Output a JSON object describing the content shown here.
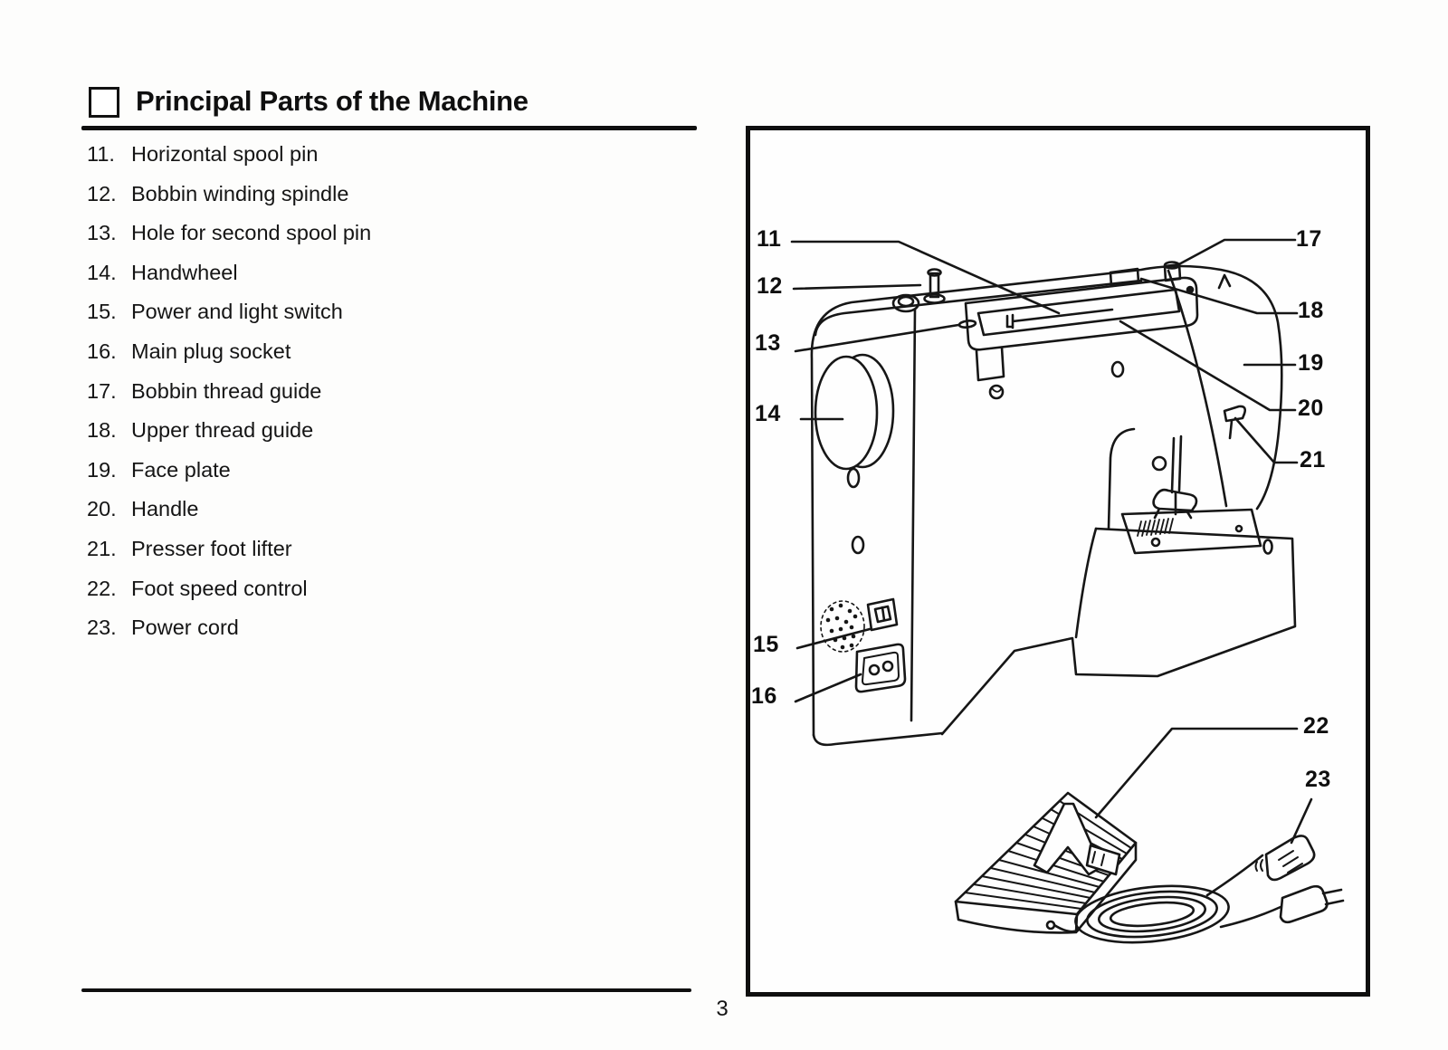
{
  "header": {
    "title": "Principal Parts of the Machine"
  },
  "parts_list": {
    "items": [
      {
        "num": "11.",
        "text": "Horizontal spool pin"
      },
      {
        "num": "12.",
        "text": "Bobbin winding spindle"
      },
      {
        "num": "13.",
        "text": "Hole for second spool pin"
      },
      {
        "num": "14.",
        "text": "Handwheel"
      },
      {
        "num": "15.",
        "text": "Power and light switch"
      },
      {
        "num": "16.",
        "text": "Main plug socket"
      },
      {
        "num": "17.",
        "text": "Bobbin thread guide"
      },
      {
        "num": "18.",
        "text": "Upper thread guide"
      },
      {
        "num": "19.",
        "text": "Face plate"
      },
      {
        "num": "20.",
        "text": "Handle"
      },
      {
        "num": "21.",
        "text": "Presser foot lifter"
      },
      {
        "num": "22.",
        "text": "Foot speed control"
      },
      {
        "num": "23.",
        "text": "Power cord"
      }
    ]
  },
  "diagram": {
    "callouts": [
      {
        "label": "11"
      },
      {
        "label": "12"
      },
      {
        "label": "13"
      },
      {
        "label": "14"
      },
      {
        "label": "15"
      },
      {
        "label": "16"
      },
      {
        "label": "17"
      },
      {
        "label": "18"
      },
      {
        "label": "19"
      },
      {
        "label": "20"
      },
      {
        "label": "21"
      },
      {
        "label": "22"
      },
      {
        "label": "23"
      }
    ]
  },
  "footer": {
    "page_number": "3"
  },
  "colors": {
    "ink": "#141414",
    "paper": "#fdfdfc"
  }
}
